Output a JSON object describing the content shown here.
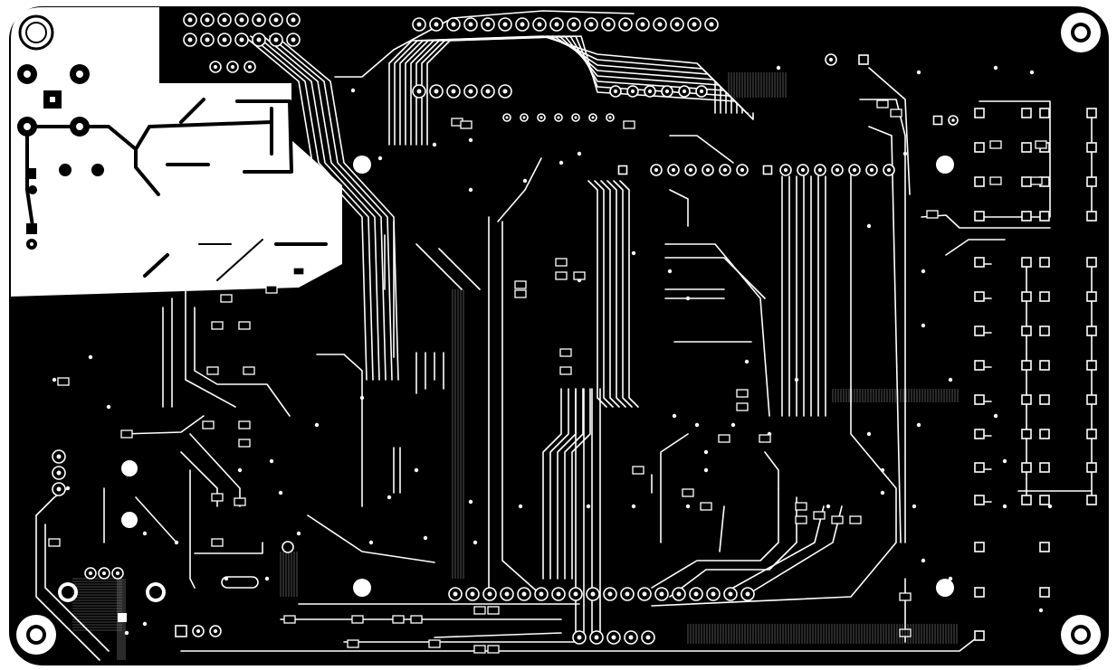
{
  "board": {
    "layer": "copper-bottom",
    "colors": {
      "copper": "#000000",
      "background": "#ffffff"
    },
    "components": {
      "mounting_holes": 8,
      "pin_headers": 10
    }
  }
}
